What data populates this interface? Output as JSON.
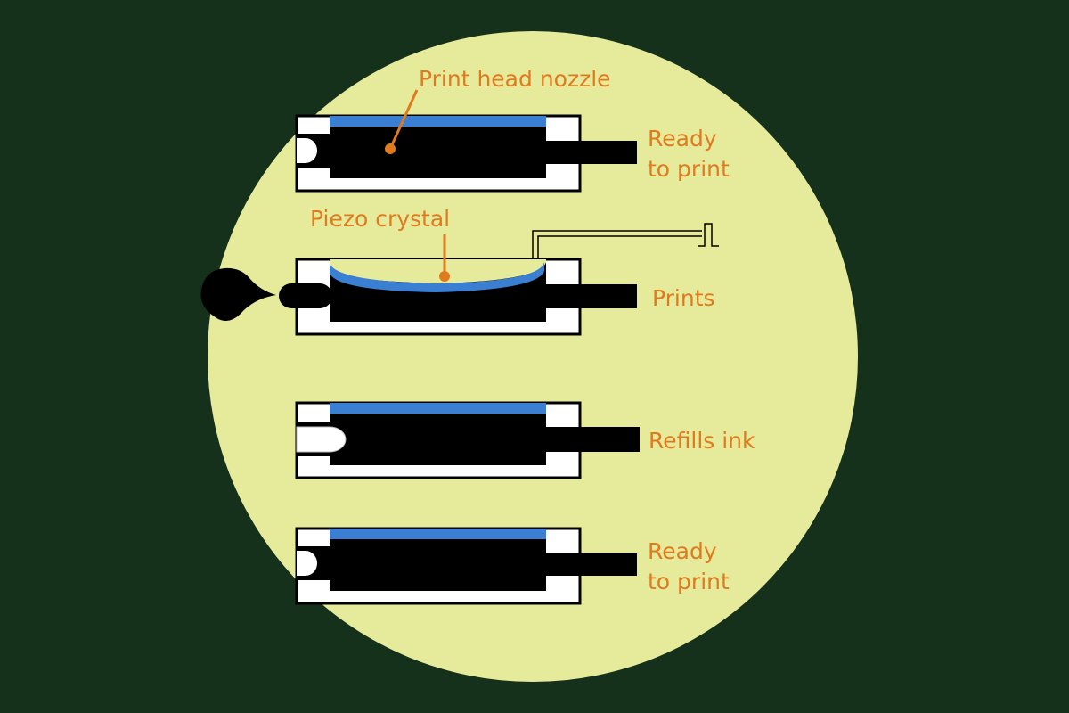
{
  "colors": {
    "background": "#15301b",
    "disc": "#e6eb9c",
    "chamber": "#000000",
    "housing": "#ffffff",
    "crystal": "#3a7fd1",
    "label": "#e07a1e"
  },
  "annotations": {
    "nozzle": "Print head nozzle",
    "crystal": "Piezo crystal"
  },
  "stages": [
    {
      "state": "ready",
      "label_line1": "Ready",
      "label_line2": "to print"
    },
    {
      "state": "firing",
      "label_line1": "Prints",
      "label_line2": ""
    },
    {
      "state": "refilling",
      "label_line1": "Refills ink",
      "label_line2": ""
    },
    {
      "state": "ready",
      "label_line1": "Ready",
      "label_line2": "to print"
    }
  ],
  "icons": {
    "pulse": "voltage-pulse-icon",
    "droplet": "ink-droplet-icon"
  }
}
